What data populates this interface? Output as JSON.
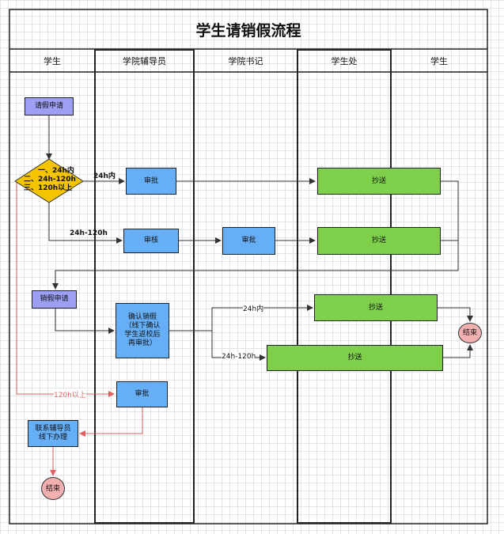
{
  "title": "学生请销假流程",
  "lanes": [
    "学生",
    "学院辅导员",
    "学院书记",
    "学生处",
    "学生"
  ],
  "nodes": {
    "apply": "请假申请",
    "decision": [
      "一、24h内",
      "二、24h-120h",
      "三、120h以上"
    ],
    "counselor_approve_1": "审批",
    "cc_1": "抄送",
    "counselor_review": "审核",
    "secretary_approve": "审批",
    "cc_2": "抄送",
    "cancel_apply": "销假申请",
    "confirm_cancel": "确认销假\n（线下确认\n学生返校后\n再审批）",
    "cc_3": "抄送",
    "cc_4": "抄送",
    "end_1": "结束",
    "counselor_approve_2": "审批",
    "contact_offline": "联系辅导员\n线下办理",
    "end_2": "结束"
  },
  "edge_labels": {
    "within_24h_top": "24h内",
    "range_24_120_mid": "24h-120h",
    "within_24h_lower": "24h内",
    "range_24_120_lower": "24h-120h",
    "over_120h": "120h以上"
  }
}
